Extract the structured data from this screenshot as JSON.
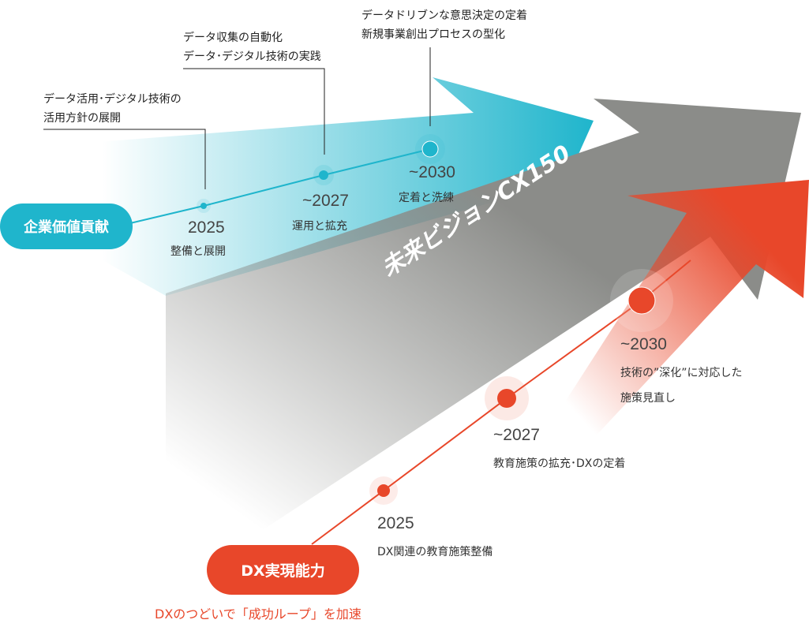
{
  "colors": {
    "cyan": "#1fb5cc",
    "gray": "#8b8c89",
    "red": "#e8472a"
  },
  "vision_label": "未来ビジョンCX150",
  "corporate": {
    "label": "企業価値貢献",
    "milestones": [
      {
        "year": "2025",
        "sub": "整備と展開",
        "callout": [
          "データ活用･デジタル技術の",
          "活用方針の展開"
        ]
      },
      {
        "year": "~2027",
        "sub": "運用と拡充",
        "callout": [
          "データ収集の自動化",
          "データ･デジタル技術の実践"
        ]
      },
      {
        "year": "~2030",
        "sub": "定着と洗練",
        "callout": [
          "データドリブンな意思決定の定着",
          "新規事業創出プロセスの型化"
        ]
      }
    ]
  },
  "dx": {
    "label": "DX実現能力",
    "caption": "DXのつどいで「成功ループ」を加速",
    "milestones": [
      {
        "year": "2025",
        "desc": [
          "DX関連の教育施策整備"
        ]
      },
      {
        "year": "~2027",
        "desc": [
          "教育施策の拡充･DXの定着"
        ]
      },
      {
        "year": "~2030",
        "desc": [
          "技術の”深化”に対応した",
          "施策見直し"
        ]
      }
    ]
  }
}
